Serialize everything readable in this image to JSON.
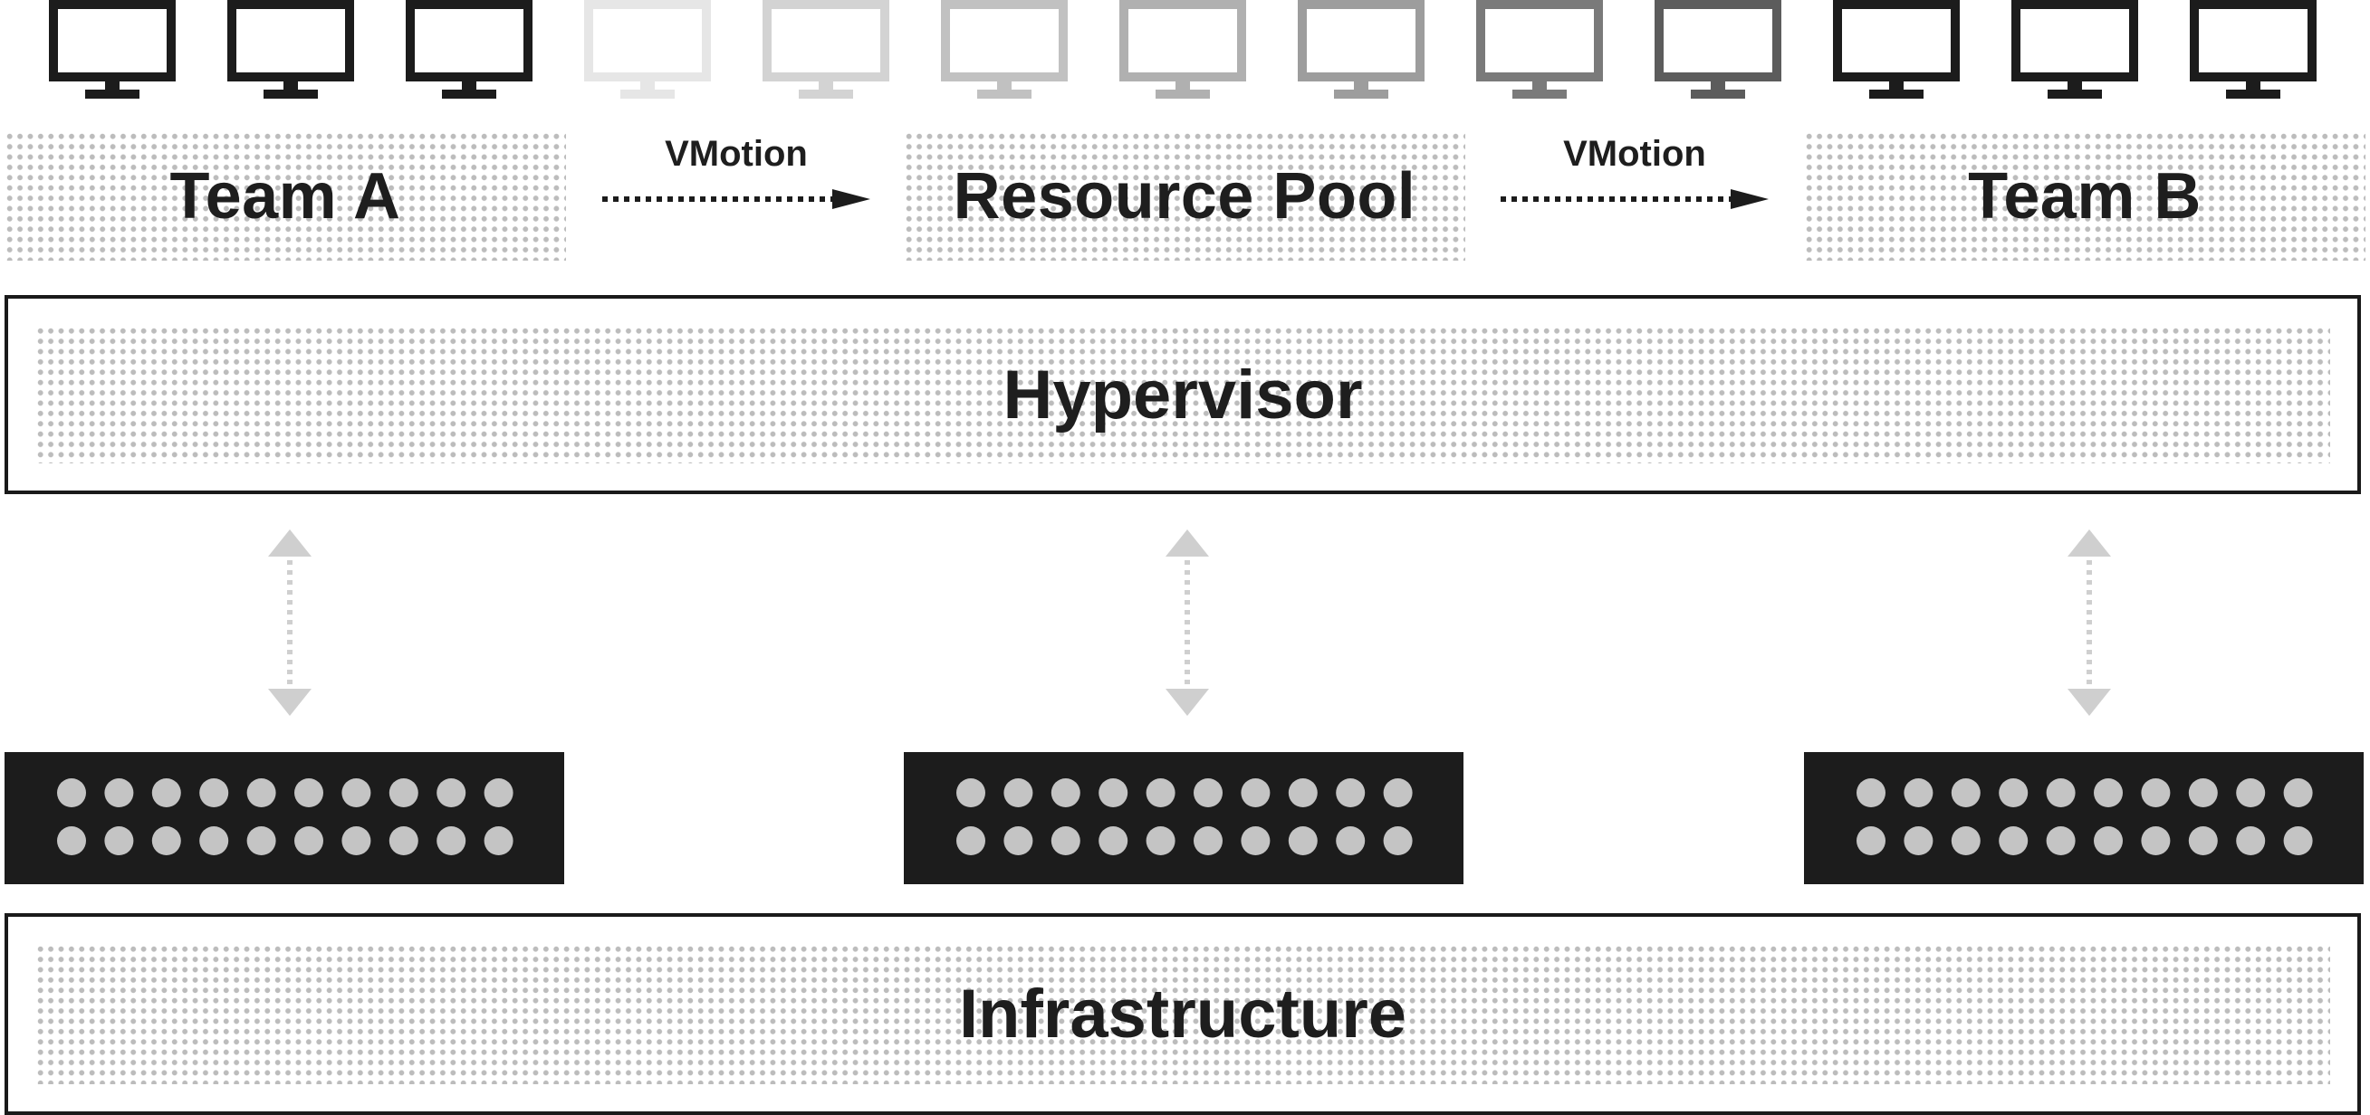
{
  "monitors": [
    {
      "color": "#1c1c1c"
    },
    {
      "color": "#1c1c1c"
    },
    {
      "color": "#1c1c1c"
    },
    {
      "color": "#e6e6e6"
    },
    {
      "color": "#d3d3d3"
    },
    {
      "color": "#c1c1c1"
    },
    {
      "color": "#b0b0b0"
    },
    {
      "color": "#9d9d9d"
    },
    {
      "color": "#7a7a7a"
    },
    {
      "color": "#5c5c5c"
    },
    {
      "color": "#1c1c1c"
    },
    {
      "color": "#1c1c1c"
    },
    {
      "color": "#1c1c1c"
    }
  ],
  "groups": {
    "team_a": "Team A",
    "resource_pool": "Resource Pool",
    "team_b": "Team B"
  },
  "migrations": [
    {
      "label": "VMotion"
    },
    {
      "label": "VMotion"
    }
  ],
  "layers": {
    "hypervisor": "Hypervisor",
    "infrastructure": "Infrastructure"
  },
  "servers": {
    "count": 3,
    "ports_per_row": 10,
    "rows": 2
  },
  "colors": {
    "ink": "#1c1c1c",
    "dot_fill": "#bcbcbc",
    "link_arrow": "#cfcfcf",
    "port": "#c4c4c4"
  }
}
